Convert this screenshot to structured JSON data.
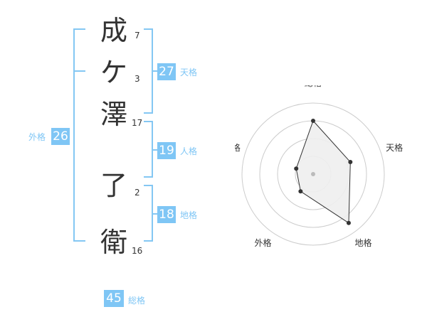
{
  "name_chars": [
    {
      "char": "成",
      "strokes": "7"
    },
    {
      "char": "ケ",
      "strokes": "3"
    },
    {
      "char": "澤",
      "strokes": "17"
    },
    {
      "char": "了",
      "strokes": "2"
    },
    {
      "char": "衛",
      "strokes": "16"
    }
  ],
  "scores": {
    "tenkaku": {
      "value": "27",
      "label": "天格"
    },
    "jinkaku": {
      "value": "19",
      "label": "人格"
    },
    "chikaku": {
      "value": "18",
      "label": "地格"
    },
    "gaikaku": {
      "value": "26",
      "label": "外格"
    },
    "soukaku": {
      "value": "45",
      "label": "総格"
    }
  },
  "accent_color": "#7fc6f5",
  "chart_data": {
    "type": "radar",
    "axes": [
      "総格",
      "天格",
      "地格",
      "外格",
      "人格"
    ],
    "values": [
      0.75,
      0.55,
      0.85,
      0.3,
      0.25
    ],
    "rings": 4
  }
}
